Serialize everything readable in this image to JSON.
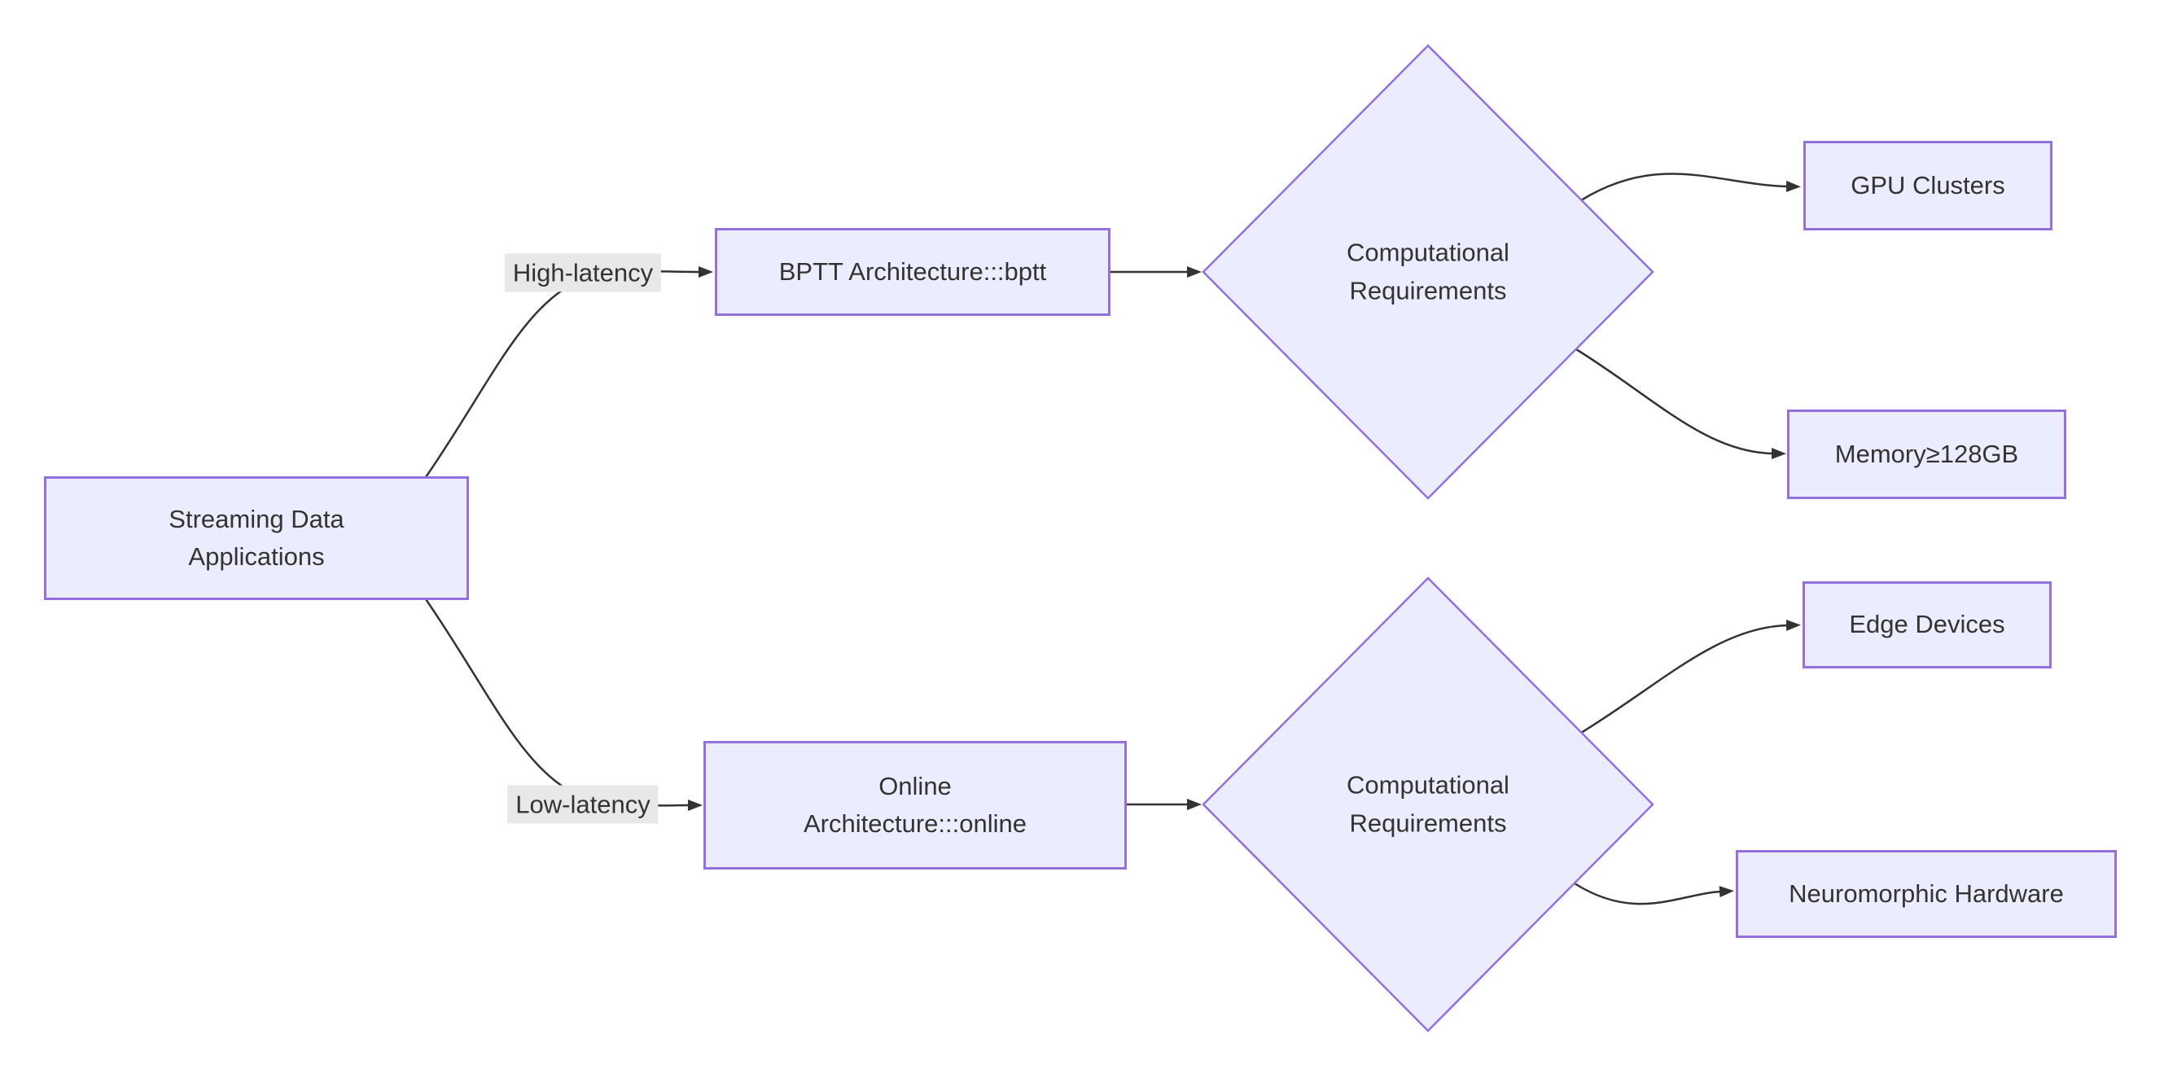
{
  "diagram_type": "flowchart",
  "colors": {
    "node_fill": "#ECECFF",
    "node_border": "#9370DB",
    "node_text": "#333333",
    "edge_line": "#333333",
    "edge_label_bg": "#e8e8e8",
    "edge_label_text": "#333333",
    "background": "#ffffff"
  },
  "nodes": {
    "root": {
      "label": "Streaming Data Applications",
      "shape": "rect",
      "lines": [
        "Streaming Data",
        "Applications"
      ]
    },
    "bptt": {
      "label": "BPTT Architecture:::bptt",
      "shape": "rect",
      "lines": [
        "BPTT Architecture:::bptt"
      ]
    },
    "online": {
      "label": "Online Architecture:::online",
      "shape": "rect",
      "lines": [
        "Online",
        "Architecture:::online"
      ]
    },
    "comp_top": {
      "label": "Computational Requirements",
      "shape": "diamond",
      "lines": [
        "Computational",
        "Requirements"
      ]
    },
    "comp_bottom": {
      "label": "Computational Requirements",
      "shape": "diamond",
      "lines": [
        "Computational",
        "Requirements"
      ]
    },
    "gpu": {
      "label": "GPU Clusters",
      "shape": "rect",
      "lines": [
        "GPU Clusters"
      ]
    },
    "memory": {
      "label": "Memory≥128GB",
      "shape": "rect",
      "lines": [
        "Memory≥128GB"
      ]
    },
    "edge_devices": {
      "label": "Edge Devices",
      "shape": "rect",
      "lines": [
        "Edge Devices"
      ]
    },
    "neuromorphic": {
      "label": "Neuromorphic Hardware",
      "shape": "rect",
      "lines": [
        "Neuromorphic Hardware"
      ]
    }
  },
  "edges": [
    {
      "from": "root",
      "to": "bptt",
      "label": "High-latency"
    },
    {
      "from": "root",
      "to": "online",
      "label": "Low-latency"
    },
    {
      "from": "bptt",
      "to": "comp_top",
      "label": ""
    },
    {
      "from": "comp_top",
      "to": "gpu",
      "label": ""
    },
    {
      "from": "comp_top",
      "to": "memory",
      "label": ""
    },
    {
      "from": "online",
      "to": "comp_bottom",
      "label": ""
    },
    {
      "from": "comp_bottom",
      "to": "edge_devices",
      "label": ""
    },
    {
      "from": "comp_bottom",
      "to": "neuromorphic",
      "label": ""
    }
  ]
}
